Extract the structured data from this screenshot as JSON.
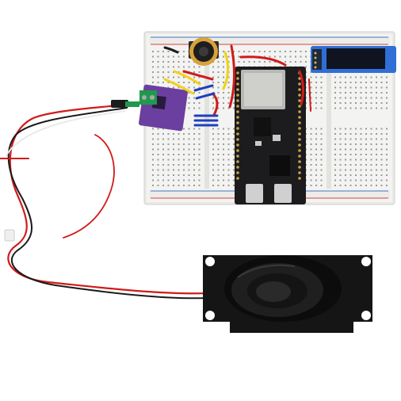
{
  "scene": {
    "background": "#ffffff",
    "objects": [
      "breadboard",
      "microcontroller-board",
      "oled-display-module",
      "amplifier-module",
      "microphone-module",
      "jumper-wires",
      "speaker",
      "speaker-cable"
    ]
  },
  "colors": {
    "breadboard": "#efefed",
    "board_black": "#1c1c1e",
    "oled_blue": "#2f6fd6",
    "amp_purple": "#6b3fa0",
    "terminal_green": "#1f9a4c",
    "wire_red": "#d01a1a",
    "wire_blue": "#1f3fbf",
    "wire_yellow": "#f2d21b",
    "speaker_black": "#151515"
  }
}
